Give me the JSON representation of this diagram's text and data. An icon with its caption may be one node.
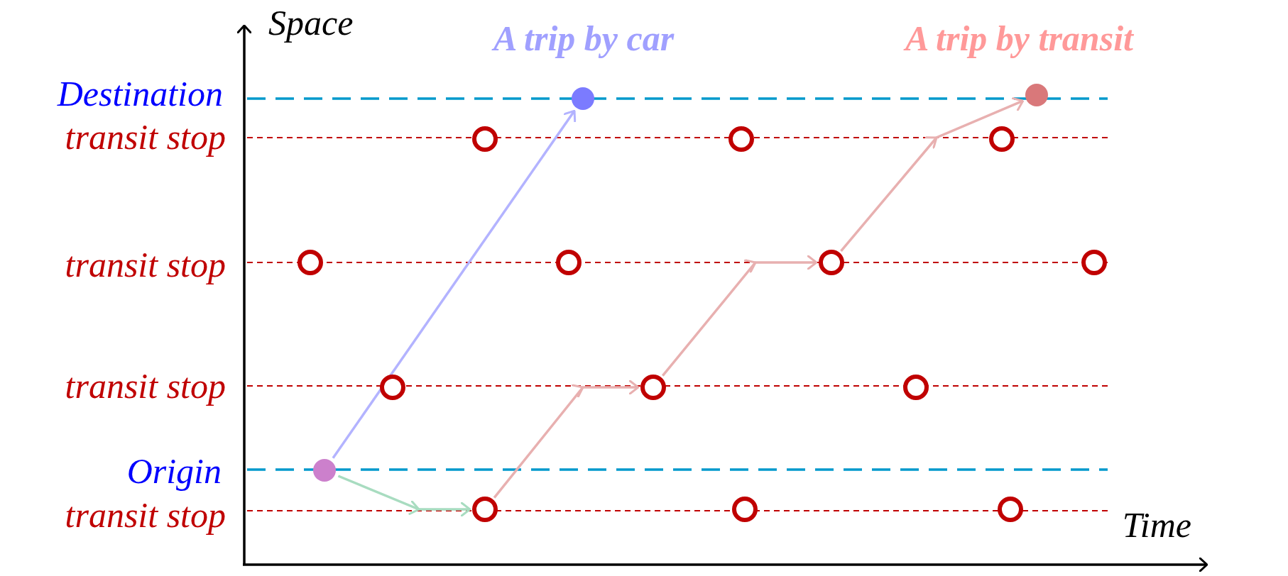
{
  "diagram": {
    "nodes": [
      {
        "text": [],
        "shape": "circle"
      },
      {
        "text": [],
        "shape": "circle"
      },
      {
        "text": [],
        "shape": "circle"
      },
      {
        "text": [],
        "shape": "circle"
      },
      {
        "text": [],
        "shape": "circle"
      },
      {
        "text": [],
        "shape": "circle"
      },
      {
        "text": [],
        "shape": "circle"
      },
      {
        "text": [],
        "shape": "circle"
      },
      {
        "text": [],
        "shape": "circle"
      },
      {
        "text": [],
        "shape": "circle"
      },
      {
        "text": [],
        "shape": "circle"
      },
      {
        "text": [],
        "shape": "circle"
      },
      {
        "text": [],
        "shape": "circle"
      },
      {
        "text": [],
        "shape": "circle"
      },
      {
        "text": [],
        "shape": "circle"
      },
      {
        "text": [],
        "shape": "circle"
      }
    ],
    "edges": [
      {
        "from": 12,
        "to": 0,
        "arrow": "to",
        "color": "#b3b3ff"
      },
      {
        "from": 12,
        "to": 13,
        "arrow": "to",
        "color": "#a8dcc0"
      },
      {
        "from": 13,
        "to": 10,
        "arrow": "to",
        "color": "#e8b0b0"
      },
      {
        "from": 10,
        "to": 7,
        "arrow": "to",
        "color": "#e8b0b0"
      },
      {
        "from": 7,
        "to": 1,
        "arrow": "to",
        "color": "#e8b0b0"
      }
    ],
    "labels": [
      "Space",
      "A trip by car",
      "A trip by transit",
      "Destination",
      "transit stop",
      "transit stop",
      "transit stop",
      "Origin",
      "transit stop",
      "Time"
    ]
  }
}
